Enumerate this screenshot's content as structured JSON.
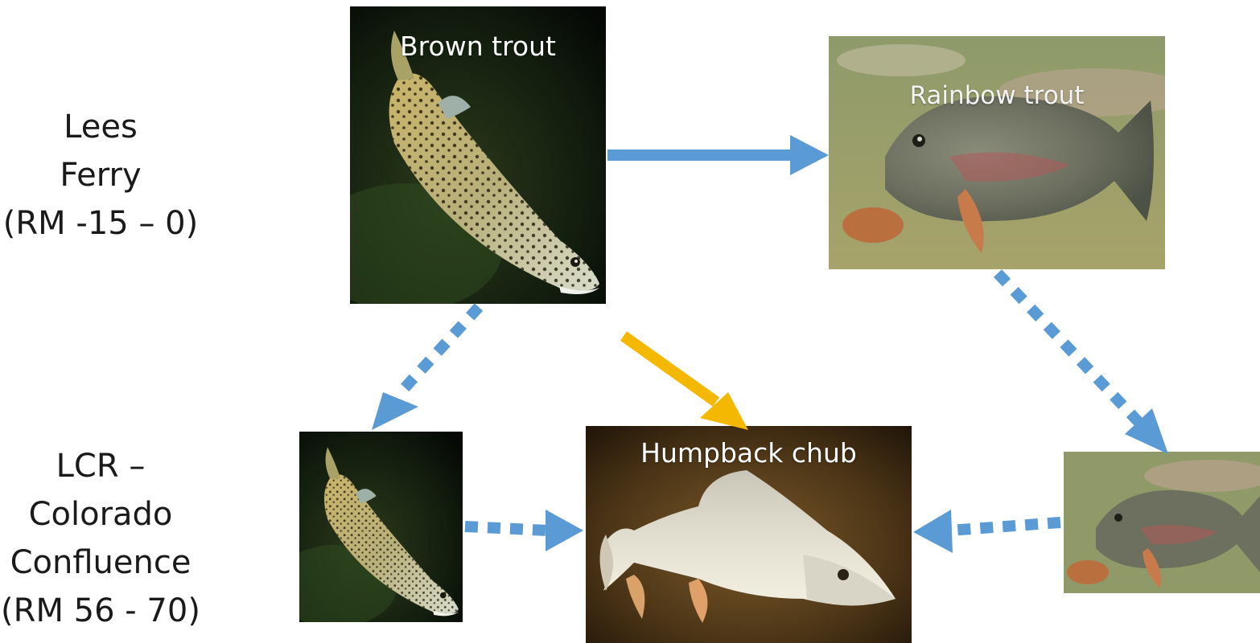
{
  "sites": {
    "lees_ferry": [
      "Lees",
      "Ferry",
      "(RM -15 – 0)"
    ],
    "lcr_confluence": [
      "LCR –",
      "Colorado",
      "Confluence",
      "(RM 56 - 70)"
    ]
  },
  "species": {
    "brown_trout": "Brown trout",
    "rainbow_trout": "Rainbow trout",
    "humpback_chub": "Humpback chub"
  },
  "colors": {
    "arrow_blue": "#5b9bd5",
    "arrow_gold": "#f5b800",
    "text": "#1a1a1a"
  }
}
